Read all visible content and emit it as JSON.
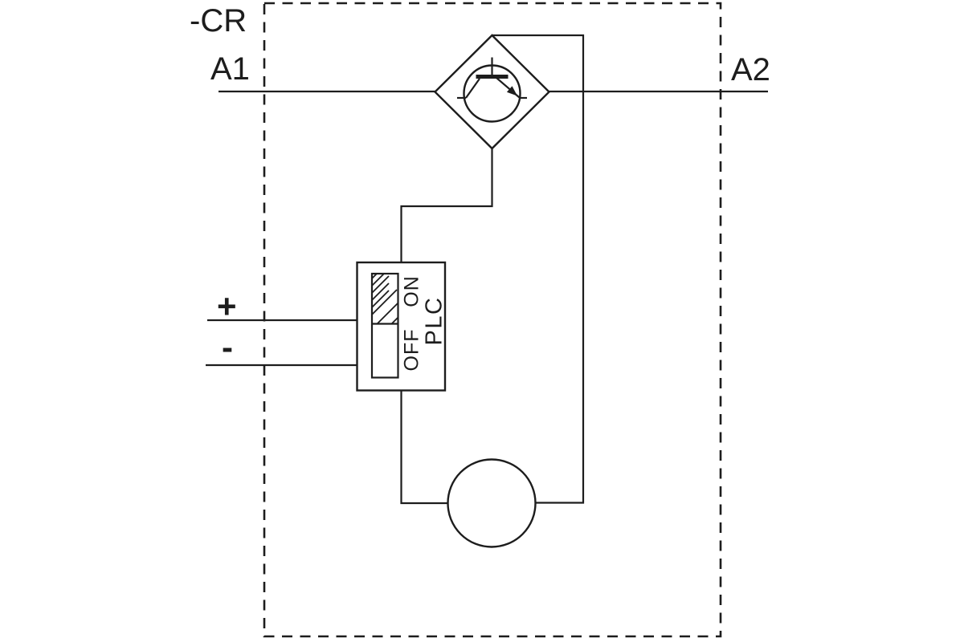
{
  "colors": {
    "background": "#ffffff",
    "line": "#1d1d1d"
  },
  "labels": {
    "relay_ref": "-CR",
    "terminal_a1": "A1",
    "terminal_a2": "A2",
    "polarity_plus": "+",
    "polarity_minus": "-"
  },
  "switch": {
    "on_label": "ON",
    "off_label": "OFF",
    "plc_label": "PLC"
  },
  "symbols": {
    "boundary": "dashed-relay-enclosure",
    "output_device": "npn-transistor-in-diamond",
    "input_switch": "plc-slide-switch-hatched-actuator",
    "coil": "coil-circle"
  }
}
